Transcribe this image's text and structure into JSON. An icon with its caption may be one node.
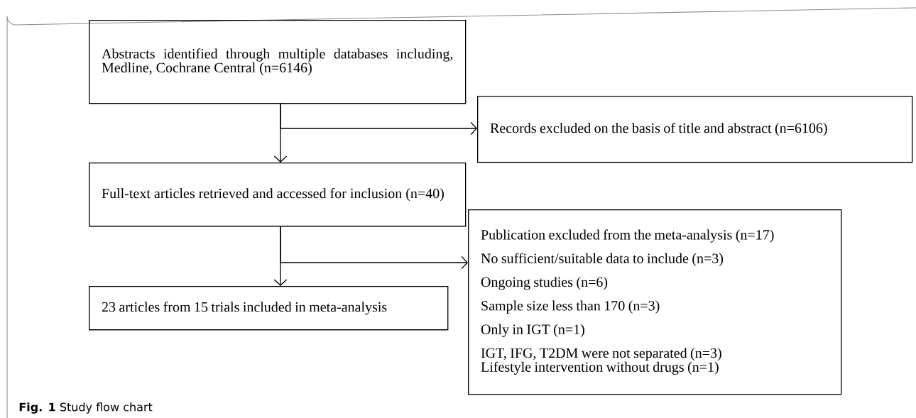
{
  "diagram": {
    "caption": "**Fig. 1** Study flow chart",
    "nodes": [
      {
        "text": [
          "Abstracts identified through multiple databases including, Medline, Cochrane Central (n=6146)"
        ]
      },
      {
        "text": [
          "Records excluded on the basis of title and abstract (n=6106)"
        ]
      },
      {
        "text": [
          "Full-text articles retrieved and accessed for inclusion (n=40)"
        ]
      },
      {
        "text": [
          "Publication excluded from the meta-analysis (n=17)",
          "No sufficient/suitable data to include (n=3)",
          "Ongoing studies (n=6)",
          "Sample size less than 170 (n=3)",
          "Only in IGT (n=1)",
          "IGT, IFG, T2DM were not separated (n=3)",
          "Lifestyle intervention without drugs (n=1)"
        ]
      },
      {
        "text": [
          "23 articles from 15 trials included in meta-analysis"
        ]
      }
    ],
    "edges": [
      {
        "from": 0,
        "to": 2,
        "arrow": "to"
      },
      {
        "from": 0,
        "to": 1,
        "arrow": "to"
      },
      {
        "from": 2,
        "to": 4,
        "arrow": "to"
      },
      {
        "from": 2,
        "to": 3,
        "arrow": "to"
      }
    ]
  }
}
